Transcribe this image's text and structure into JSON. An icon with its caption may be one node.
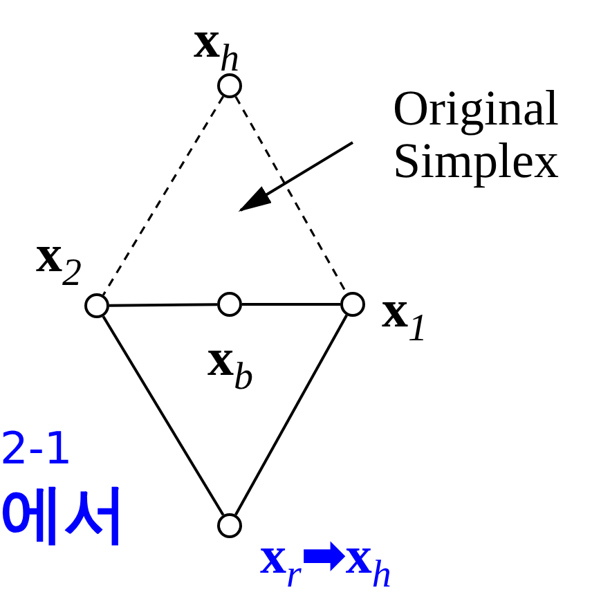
{
  "diagram": {
    "nodes": [
      {
        "text": [],
        "shape": "circle",
        "beside": [
          "x$_{h}$"
        ]
      },
      {
        "text": [],
        "shape": "circle",
        "beside": [
          "x$_{2}$"
        ]
      },
      {
        "text": [],
        "shape": "circle",
        "beside": [
          "x$_{b}$"
        ]
      },
      {
        "text": [],
        "shape": "circle",
        "beside": [
          "x$_{1}$"
        ]
      },
      {
        "text": [],
        "shape": "circle"
      },
      {
        "text": [
          "Original Simplex"
        ]
      }
    ],
    "edges": [
      {
        "from": 0,
        "to": 1,
        "arrow": "none",
        "style": "dashed"
      },
      {
        "from": 0,
        "to": 3,
        "arrow": "none",
        "style": "dashed"
      },
      {
        "from": 1,
        "to": 2,
        "arrow": "none"
      },
      {
        "from": 2,
        "to": 3,
        "arrow": "none"
      },
      {
        "from": 1,
        "to": 4,
        "arrow": "none"
      },
      {
        "from": 3,
        "to": 4,
        "arrow": "none"
      },
      {
        "from": 5,
        "to": null,
        "arrow": "to"
      }
    ],
    "labels": [
      "2-1",
      "에서",
      "x$_{r}$➡x$_{h}$"
    ]
  }
}
